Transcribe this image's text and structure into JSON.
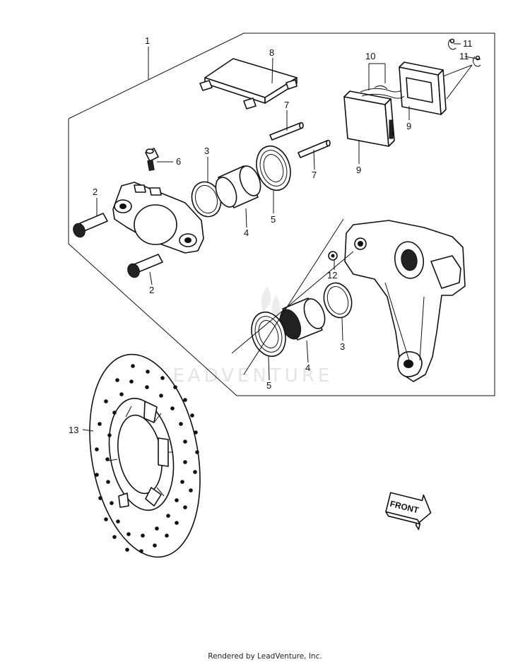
{
  "callouts": {
    "c1": "1",
    "c2a": "2",
    "c2b": "2",
    "c3a": "3",
    "c3b": "3",
    "c4a": "4",
    "c4b": "4",
    "c5a": "5",
    "c5b": "5",
    "c6": "6",
    "c7a": "7",
    "c7b": "7",
    "c8": "8",
    "c9a": "9",
    "c9b": "9",
    "c10": "10",
    "c11a": "11",
    "c11b": "11",
    "c12": "12",
    "c13": "13"
  },
  "front_label": "FRONT",
  "watermark": "LEADVENTURE",
  "credit": "Rendered by LeadVenture, Inc."
}
